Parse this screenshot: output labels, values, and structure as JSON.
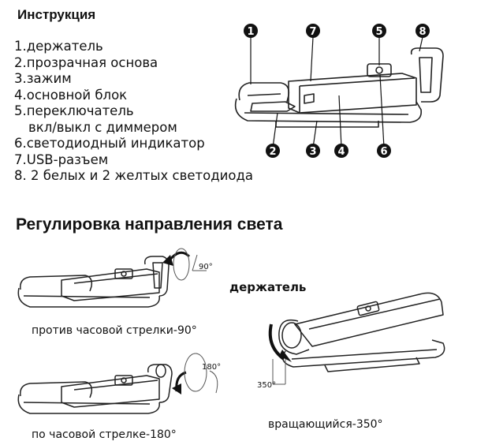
{
  "instructions": {
    "title": "Инструкция",
    "items": [
      "1.держатель",
      "2.прозрачная основа",
      "3.зажим",
      "4.основной блок",
      "5.переключатель",
      "вкл/выкл с диммером",
      "6.светодиодный индикатор",
      "7.USB-разъем",
      "8. 2 белых и 2 желтых светодиода"
    ],
    "badges": [
      "1",
      "2",
      "3",
      "4",
      "5",
      "6",
      "7",
      "8"
    ]
  },
  "adjustment": {
    "title": "Регулировка направления света",
    "holder_label": "держатель",
    "ccw_caption": "против часовой стрелки-90°",
    "cw_caption": "по часовой стрелке-180°",
    "rotate_caption": "вращающийся-350°",
    "angle_90": "90°",
    "angle_180": "180°",
    "angle_350": "350°"
  }
}
